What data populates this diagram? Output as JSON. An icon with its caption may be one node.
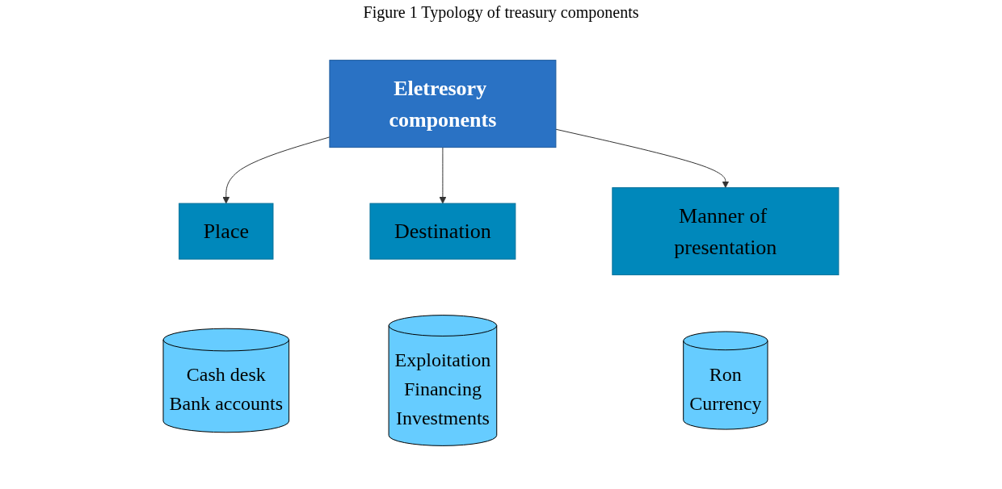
{
  "diagram": {
    "title": "Figure 1 Typology of treasury components",
    "nodes": [
      {
        "text": [
          "Eletresory components"
        ]
      },
      {
        "text": [
          "Place"
        ]
      },
      {
        "text": [
          "Cash desk",
          "Bank accounts"
        ]
      },
      {
        "text": [
          "Destination"
        ]
      },
      {
        "text": [
          "Exploitation",
          "Financing",
          "Investments"
        ]
      },
      {
        "text": [
          "Manner of presentation"
        ]
      },
      {
        "text": [
          "Ron",
          "Currency"
        ]
      }
    ],
    "edges": [
      {
        "from": 0,
        "to": 1,
        "arrow": "to"
      },
      {
        "from": 0,
        "to": 3,
        "arrow": "to"
      },
      {
        "from": 0,
        "to": 5,
        "arrow": "to"
      }
    ]
  }
}
